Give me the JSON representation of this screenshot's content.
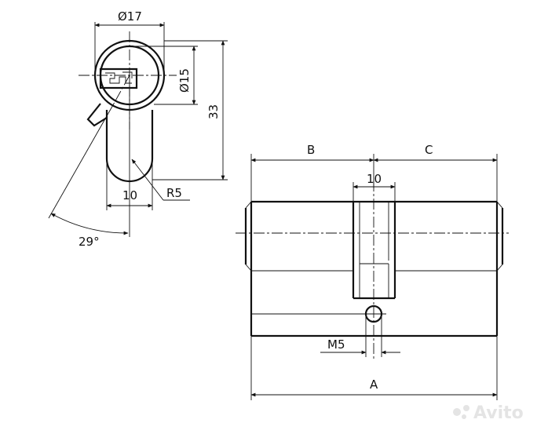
{
  "dimensions": {
    "diameter_outer": "Ø17",
    "diameter_inner": "Ø15",
    "height": "33",
    "width_bottom": "10",
    "radius": "R5",
    "angle": "29°",
    "label_b": "B",
    "label_c": "C",
    "cam_width": "10",
    "thread": "M5",
    "label_a": "A"
  },
  "watermark": {
    "brand": "Avito"
  }
}
